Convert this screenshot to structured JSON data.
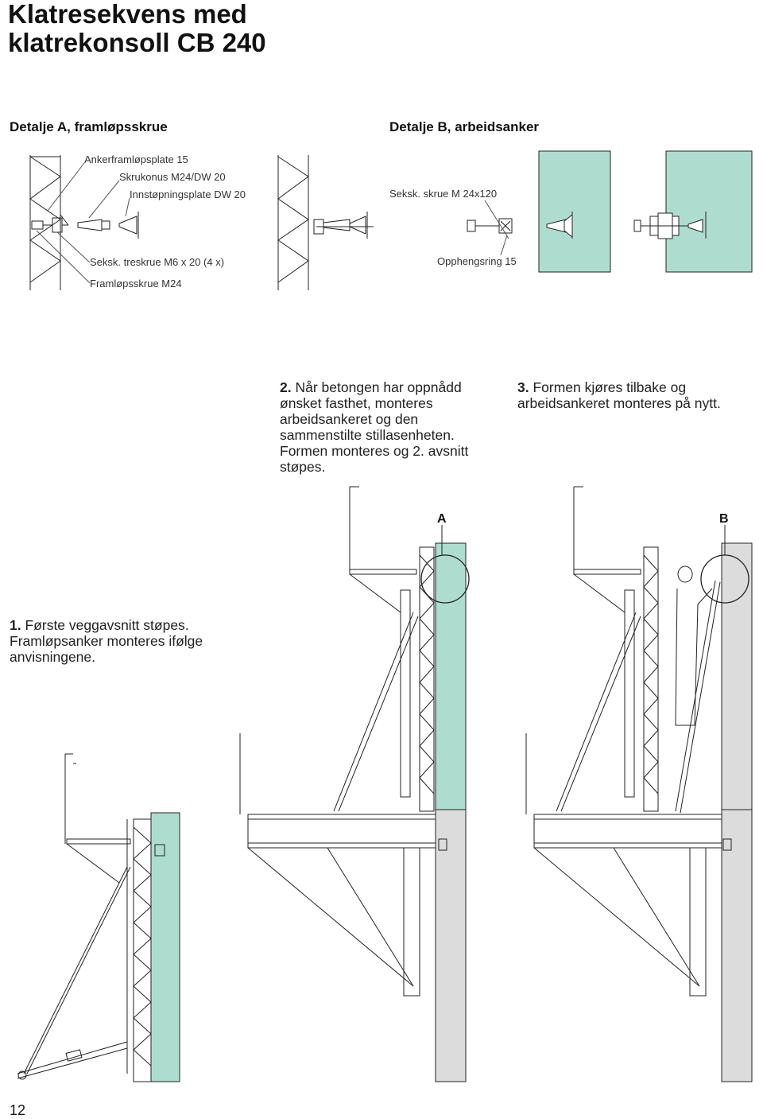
{
  "title_line1": "Klatresekvens med",
  "title_line2": "klatrekonsoll CB 240",
  "detail_a": {
    "heading": "Detalje A, framløpsskrue",
    "labels": {
      "plate": "Ankerframløpsplate 15",
      "cone": "Skrukonus M24/DW 20",
      "embed": "Innstøpningsplate DW 20",
      "hexscrew": "Seksk. treskrue M6 x 20 (4 x)",
      "leadscrew": "Framløpsskrue M24"
    }
  },
  "detail_b": {
    "heading": "Detalje B, arbeidsanker",
    "labels": {
      "bolt": "Seksk. skrue M 24x120",
      "ring": "Opphengsring 15"
    }
  },
  "steps": [
    {
      "num": "1.",
      "text": "Første veggavsnitt støpes. Framløpsanker monteres ifølge anvisningene."
    },
    {
      "num": "2.",
      "text": "Når betongen har oppnådd ønsket fasthet, monteres arbeidsankeret og den sammenstilte stillasenheten. Formen monteres og 2. avsnitt støpes."
    },
    {
      "num": "3.",
      "text": "Formen kjøres tilbake og arbeidsankeret monteres på nytt."
    }
  ],
  "callouts": {
    "a": "A",
    "b": "B"
  },
  "page_number": "12",
  "colors": {
    "concrete_fresh": "#aeddd0",
    "concrete_old": "#dcdcdc",
    "line": "#222222"
  }
}
